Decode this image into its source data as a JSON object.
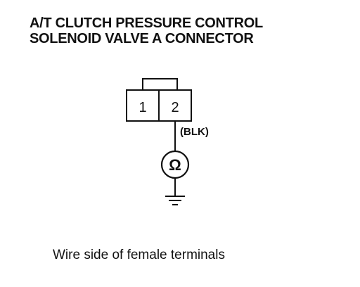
{
  "title": {
    "line1": "A/T CLUTCH PRESSURE CONTROL",
    "line2": "SOLENOID VALVE A CONNECTOR"
  },
  "connector": {
    "terminals": [
      "1",
      "2"
    ]
  },
  "wire": {
    "color_label": "(BLK)"
  },
  "meter": {
    "symbol": "Ω",
    "icon": "ohmmeter-icon"
  },
  "ground": {
    "icon": "ground-icon"
  },
  "caption": "Wire side of female terminals"
}
